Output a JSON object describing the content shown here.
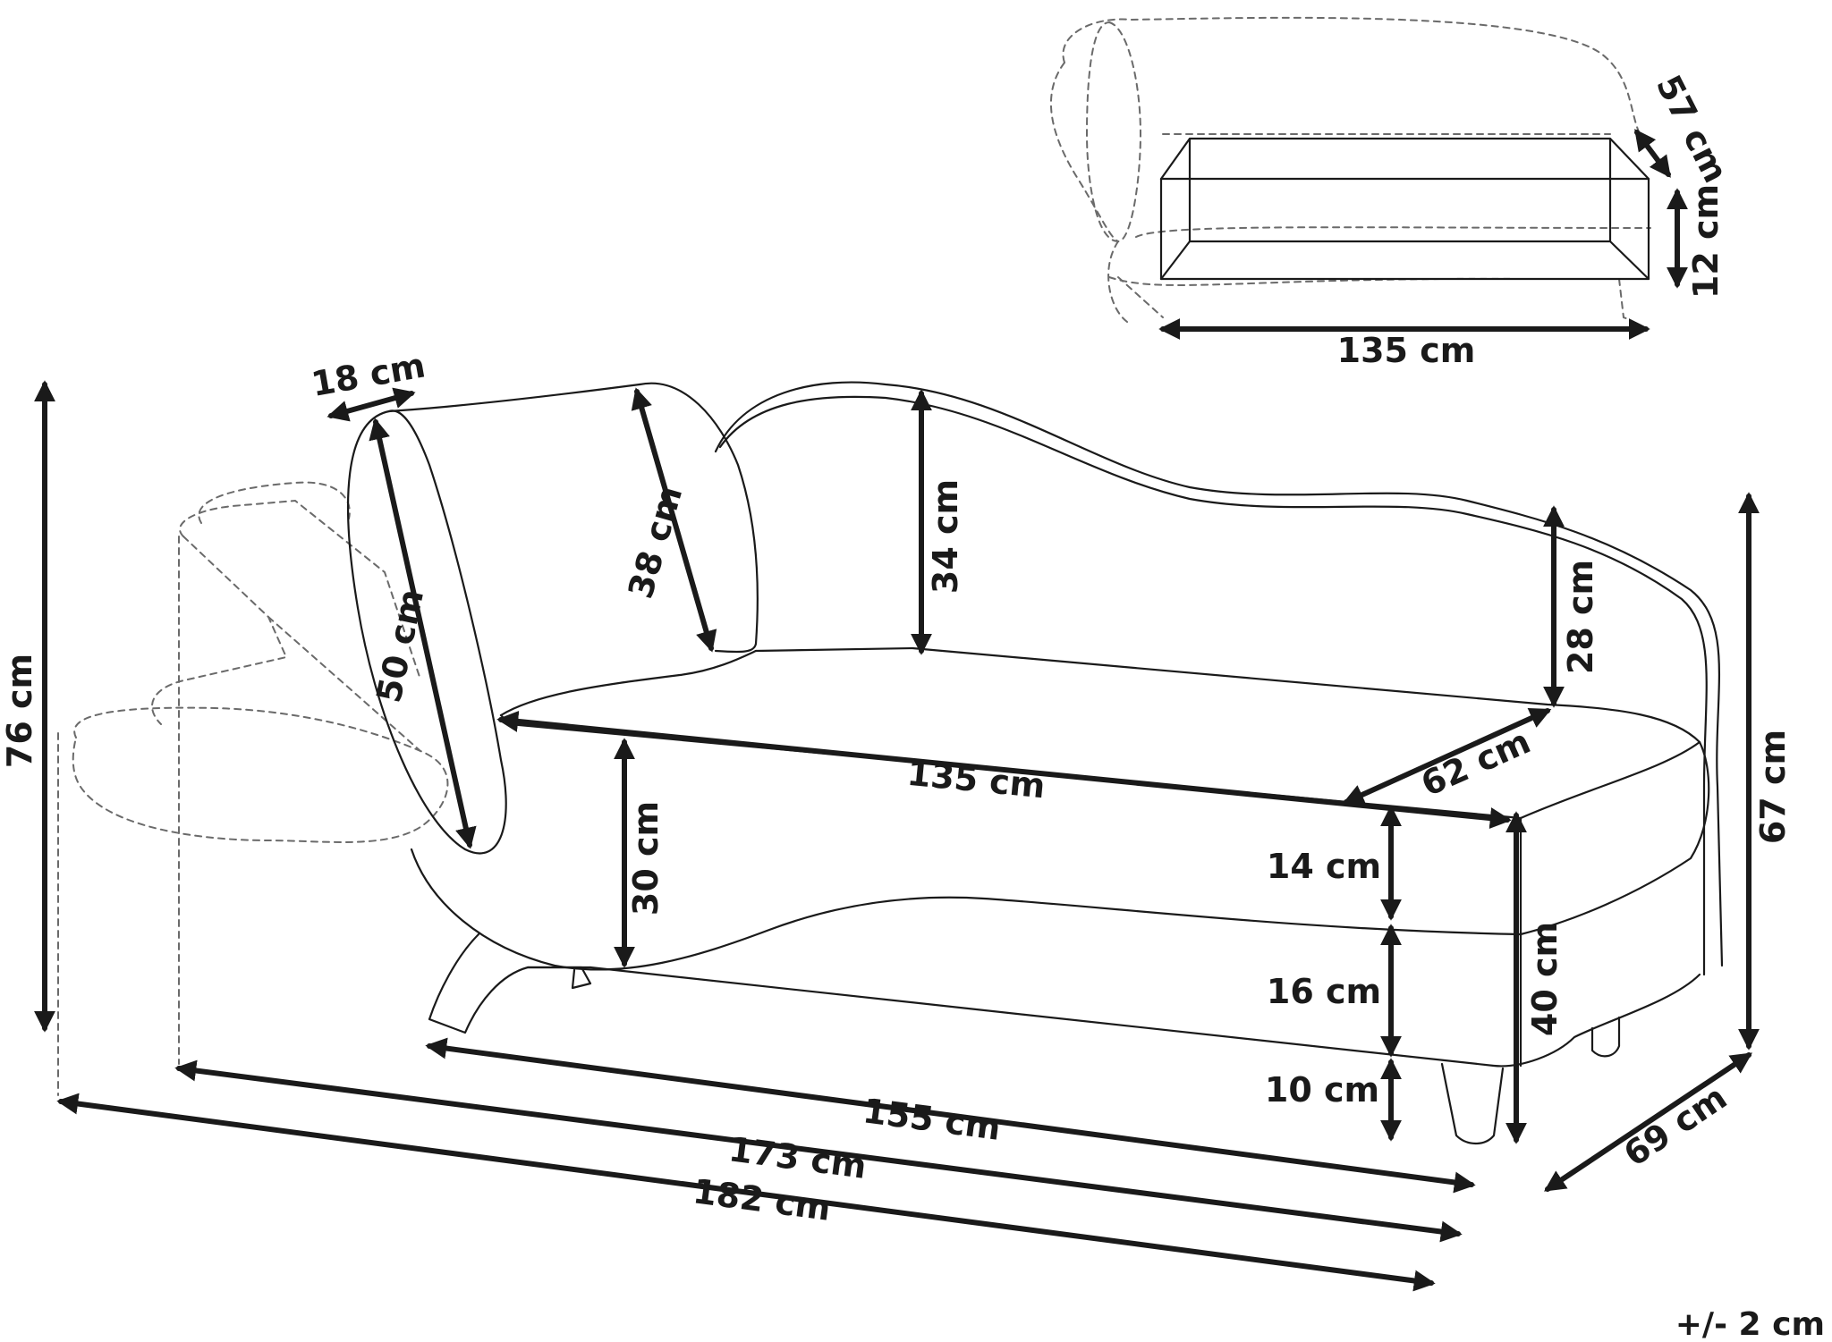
{
  "dimensions": {
    "main_height": "76 cm",
    "back_height": "67 cm",
    "depth": "69 cm",
    "length_155": "155 cm",
    "length_173": "173 cm",
    "length_182": "182 cm",
    "seat_length": "135 cm",
    "seat_depth": "62 cm",
    "seat_height": "40 cm",
    "cushion_thickness": "14 cm",
    "base_height": "16 cm",
    "leg_height": "10 cm",
    "armrest_height": "30 cm",
    "backrest_height": "34 cm",
    "back_right_height": "28 cm",
    "pillow_width": "18 cm",
    "pillow_length": "50 cm",
    "pillow_diameter": "38 cm"
  },
  "storage_inset": {
    "length": "135 cm",
    "depth": "57 cm",
    "height": "12 cm"
  },
  "tolerance": "+/- 2 cm"
}
